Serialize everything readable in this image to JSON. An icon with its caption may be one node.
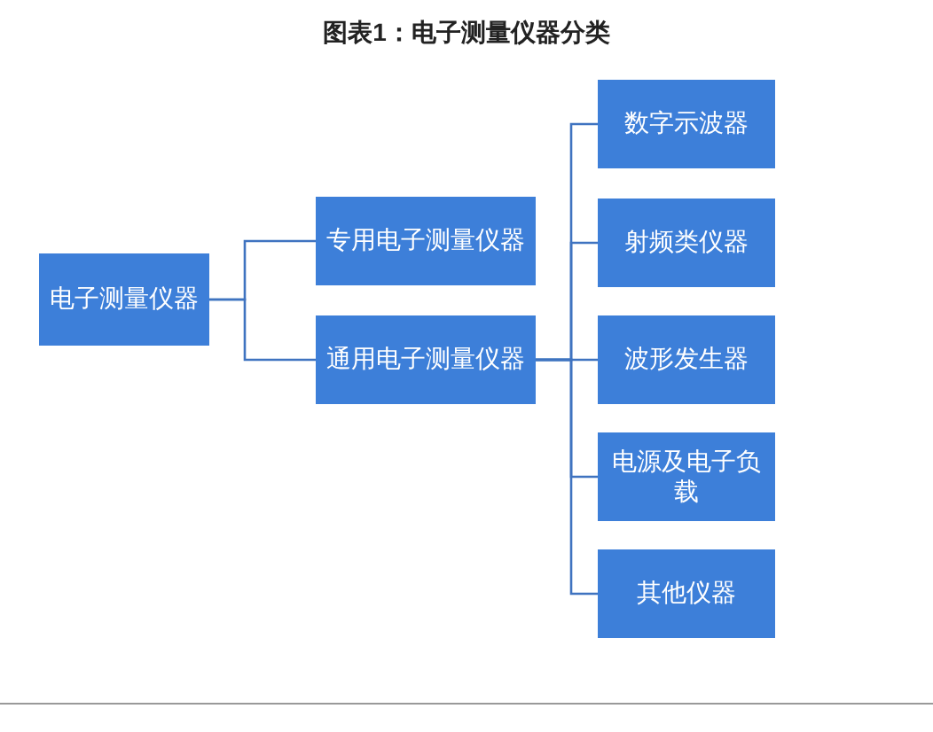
{
  "diagram": {
    "title": "图表1：电子测量仪器分类",
    "nodes": [
      {
        "text": [
          "电子测量仪器"
        ]
      },
      {
        "text": [
          "专用电子测量仪器"
        ]
      },
      {
        "text": [
          "通用电子测量仪器"
        ]
      },
      {
        "text": [
          "数字示波器"
        ]
      },
      {
        "text": [
          "射频类仪器"
        ]
      },
      {
        "text": [
          "波形发生器"
        ]
      },
      {
        "text": [
          "电源及电子负载"
        ]
      },
      {
        "text": [
          "其他仪器"
        ]
      }
    ],
    "edges": [
      {
        "from": 0,
        "to": 1,
        "arrow": "none"
      },
      {
        "from": 0,
        "to": 2,
        "arrow": "none"
      },
      {
        "from": 2,
        "to": 3,
        "arrow": "none"
      },
      {
        "from": 2,
        "to": 4,
        "arrow": "none"
      },
      {
        "from": 2,
        "to": 5,
        "arrow": "none"
      },
      {
        "from": 2,
        "to": 6,
        "arrow": "none"
      },
      {
        "from": 2,
        "to": 7,
        "arrow": "none"
      }
    ]
  }
}
